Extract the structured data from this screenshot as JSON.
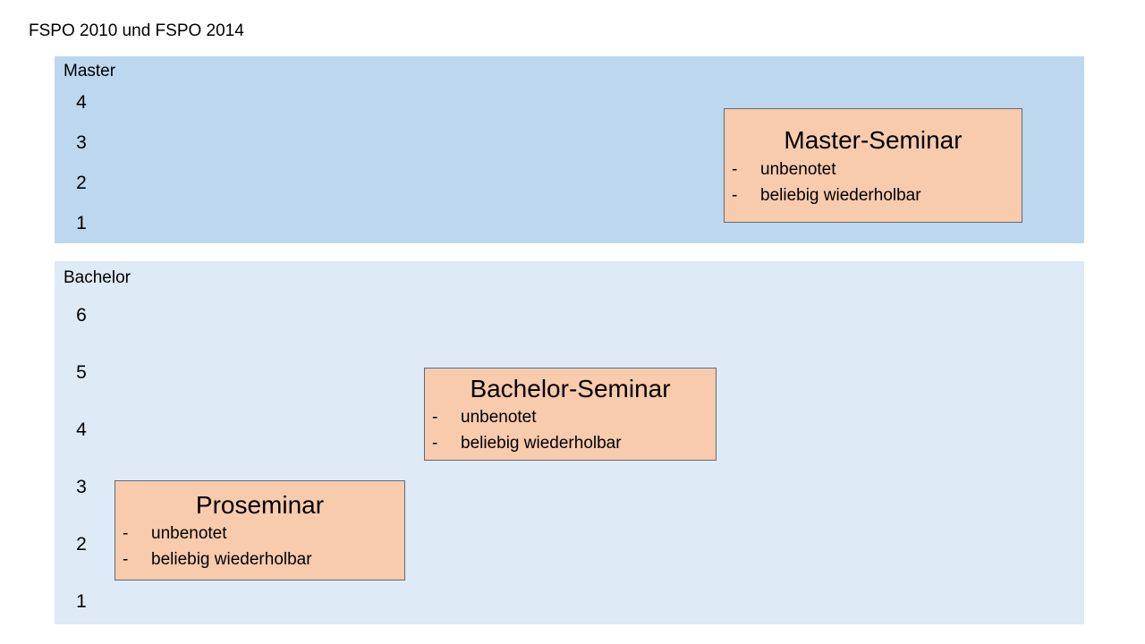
{
  "title": "FSPO 2010 und FSPO 2014",
  "master": {
    "label": "Master",
    "semesters": [
      "4",
      "3",
      "2",
      "1"
    ],
    "box": {
      "title": "Master-Seminar",
      "items": [
        "unbenotet",
        "beliebig wiederholbar"
      ]
    }
  },
  "bachelor": {
    "label": "Bachelor",
    "semesters": [
      "6",
      "5",
      "4",
      "3",
      "2",
      "1"
    ],
    "seminar": {
      "title": "Bachelor-Seminar",
      "items": [
        "unbenotet",
        "beliebig wiederholbar"
      ]
    },
    "proseminar": {
      "title": "Proseminar",
      "items": [
        "unbenotet",
        "beliebig wiederholbar"
      ]
    }
  },
  "colors": {
    "master_panel": "#bdd7ee",
    "bachelor_panel": "#deeaf6",
    "seminar_box": "#f8cbad",
    "box_border": "#5b6b7d"
  }
}
